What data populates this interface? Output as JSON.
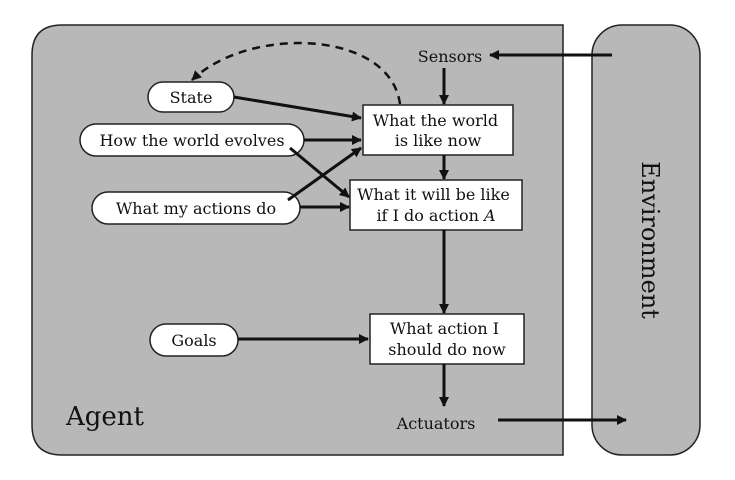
{
  "panels": {
    "agent": "Agent",
    "environment": "Environment"
  },
  "ports": {
    "sensors": "Sensors",
    "actuators": "Actuators"
  },
  "ovals": {
    "state": "State",
    "world_evolves": "How the world evolves",
    "actions_do": "What my actions do",
    "goals": "Goals"
  },
  "boxes": {
    "world_now": [
      "What the world",
      "is like now"
    ],
    "will_be_like": [
      "What it will be like",
      "if I do action "
    ],
    "action_var": "A",
    "action_now": [
      "What action I",
      "should do now"
    ]
  }
}
